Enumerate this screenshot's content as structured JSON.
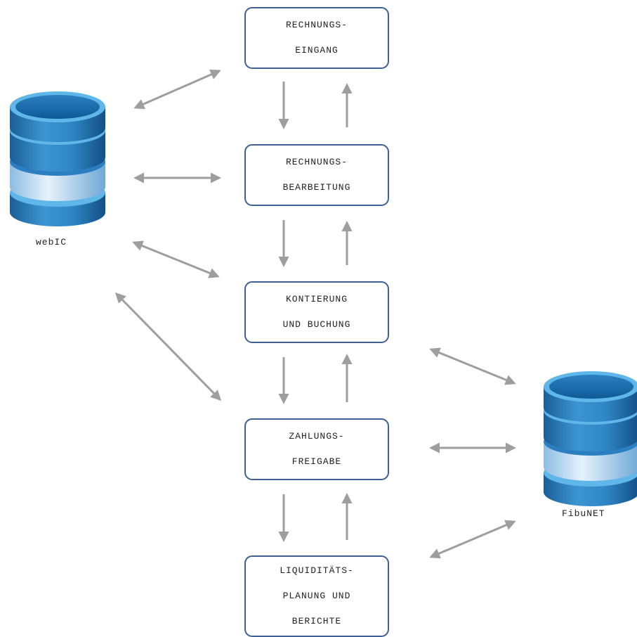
{
  "process_steps": [
    {
      "line1": "RECHNUNGS-",
      "line2": "EINGANG",
      "line3": ""
    },
    {
      "line1": "RECHNUNGS-",
      "line2": "BEARBEITUNG",
      "line3": ""
    },
    {
      "line1": "KONTIERUNG",
      "line2": "UND BUCHUNG",
      "line3": ""
    },
    {
      "line1": "ZAHLUNGS-",
      "line2": "FREIGABE",
      "line3": ""
    },
    {
      "line1": "LIQUIDITÄTS-",
      "line2": "PLANUNG UND",
      "line3": "BERICHTE"
    }
  ],
  "databases": {
    "left": {
      "label": "webIC",
      "icon": "database-icon"
    },
    "right": {
      "label": "FibuNET",
      "icon": "database-icon"
    }
  },
  "colors": {
    "box_border": "#3f5f95",
    "arrow": "#9e9e9e",
    "db_dark": "#1f6fae",
    "db_mid": "#3b95d2",
    "db_light": "#cfe6f7",
    "db_ring": "#5fb6e8"
  }
}
